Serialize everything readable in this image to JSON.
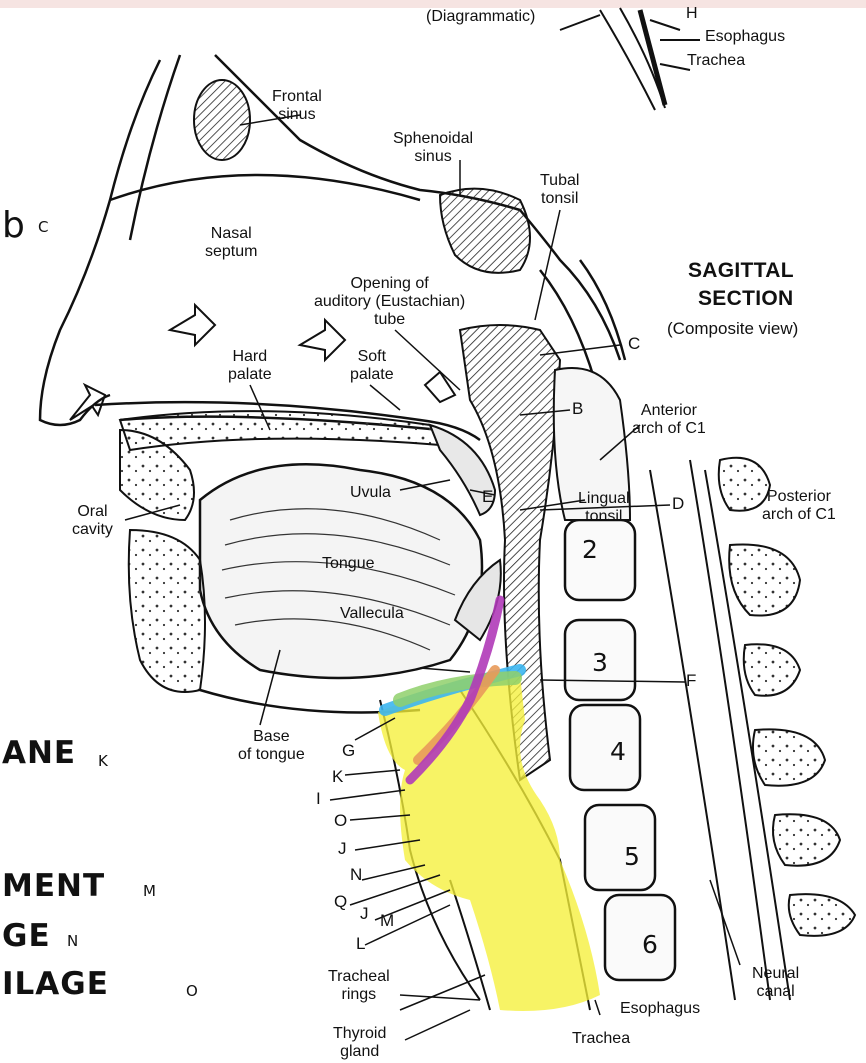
{
  "header": {
    "diagrammatic": "(Diagrammatic)"
  },
  "title": {
    "line1": "SAGITTAL",
    "line2": "SECTION",
    "subtitle": "(Composite view)"
  },
  "labels": {
    "frontal_sinus": [
      "Frontal",
      "sinus"
    ],
    "sphenoidal_sinus": [
      "Sphenoidal",
      "sinus"
    ],
    "tubal_tonsil": [
      "Tubal",
      "tonsil"
    ],
    "nasal_septum": [
      "Nasal",
      "septum"
    ],
    "opening_auditory_tube": [
      "Opening of",
      "auditory (Eustachian)",
      "tube"
    ],
    "hard_palate": [
      "Hard",
      "palate"
    ],
    "soft_palate": [
      "Soft",
      "palate"
    ],
    "anterior_arch": [
      "Anterior",
      "arch of C1"
    ],
    "posterior_arch": [
      "Posterior",
      "arch of C1"
    ],
    "oral_cavity": [
      "Oral",
      "cavity"
    ],
    "uvula": "Uvula",
    "lingual_tonsil": [
      "Lingual",
      "tonsil"
    ],
    "tongue": "Tongue",
    "vallecula": "Vallecula",
    "base_of_tongue": [
      "Base",
      "of tongue"
    ],
    "tracheal_rings": [
      "Tracheal",
      "rings"
    ],
    "thyroid_gland": [
      "Thyroid",
      "gland"
    ],
    "esophagus_bottom": "Esophagus",
    "trachea_bottom": "Trachea",
    "neural_canal": [
      "Neural",
      "canal"
    ],
    "esophagus_top": "Esophagus",
    "trachea_top": "Trachea",
    "top_h": "H"
  },
  "letters": {
    "C": "C",
    "B": "B",
    "E": "E",
    "D": "D",
    "F": "F",
    "G": "G",
    "K": "K",
    "I": "I",
    "O": "O",
    "J1": "J",
    "N": "N",
    "Q": "Q",
    "J2": "J",
    "M": "M",
    "L": "L"
  },
  "vertebrae": [
    "2",
    "3",
    "4",
    "5",
    "6"
  ],
  "handwritten": {
    "bc": "b",
    "bc_small": "C",
    "plane": "ANE",
    "plane_small": "K",
    "ment": "MENT",
    "ment_small": "M",
    "ge": "GE",
    "ge_small": "N",
    "tilage": "ILAGE",
    "tilage_small": "O"
  },
  "colors": {
    "highlight_yellow": "#f5f03a",
    "highlight_blue": "#3cb6ef",
    "highlight_green": "#8fd06b",
    "highlight_orange": "#e89a5a",
    "highlight_magenta": "#b03ab8",
    "ink": "#111111"
  }
}
